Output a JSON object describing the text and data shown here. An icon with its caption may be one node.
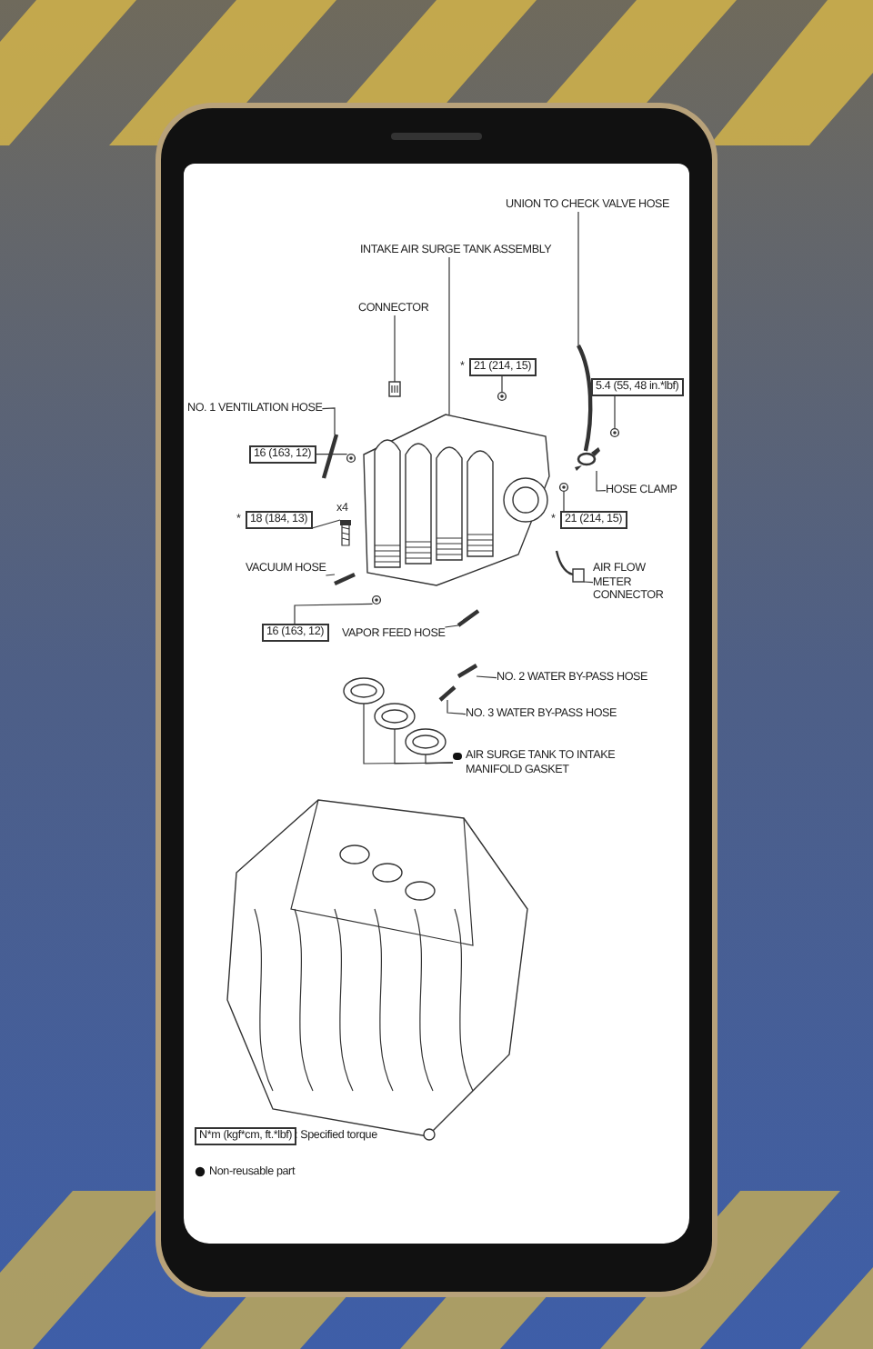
{
  "diagram": {
    "nodes": [
      {
        "text": [
          "UNION TO CHECK VALVE HOSE"
        ]
      },
      {
        "text": [
          "INTAKE AIR SURGE TANK ASSEMBLY"
        ]
      },
      {
        "text": [
          "CONNECTOR"
        ]
      },
      {
        "text": [
          "21 (214, 15)"
        ],
        "beside": [
          "*"
        ]
      },
      {
        "text": [
          "5.4 (55, 48 in.*lbf)"
        ]
      },
      {
        "text": [
          "NO. 1 VENTILATION HOSE"
        ]
      },
      {
        "text": [
          "16 (163, 12)"
        ]
      },
      {
        "text": [
          "HOSE CLAMP"
        ]
      },
      {
        "text": [
          "18 (184, 13)"
        ],
        "beside": [
          "*"
        ]
      },
      {
        "text": [
          "21 (214, 15)"
        ],
        "beside": [
          "*"
        ]
      },
      {
        "text": [
          "VACUUM HOSE"
        ]
      },
      {
        "text": [
          "AIR FLOW METER CONNECTOR"
        ]
      },
      {
        "text": [
          "16 (163, 12)"
        ]
      },
      {
        "text": [
          "VAPOR FEED HOSE"
        ]
      },
      {
        "text": [
          "NO. 2 WATER BY-PASS HOSE"
        ]
      },
      {
        "text": [
          "NO. 3 WATER BY-PASS HOSE"
        ]
      },
      {
        "text": [
          "AIR SURGE TANK TO INTAKE MANIFOLD GASKET"
        ]
      },
      {
        "text": [],
        "shape": "picture"
      },
      {
        "text": [],
        "shape": "picture"
      },
      {
        "text": [],
        "shape": "picture"
      },
      {
        "text": [],
        "shape": "picture"
      },
      {
        "text": [],
        "shape": "picture"
      },
      {
        "text": [],
        "shape": "picture"
      },
      {
        "text": [],
        "shape": "picture"
      },
      {
        "text": [],
        "shape": "picture"
      },
      {
        "text": [],
        "shape": "picture"
      },
      {
        "text": [],
        "shape": "picture"
      },
      {
        "text": [],
        "shape": "picture"
      },
      {
        "text": [],
        "shape": "picture"
      },
      {
        "text": [],
        "shape": "picture"
      },
      {
        "text": [],
        "shape": "picture"
      },
      {
        "text": [],
        "shape": "picture"
      },
      {
        "text": [],
        "shape": "picture"
      },
      {
        "text": [],
        "shape": "picture"
      },
      {
        "text": [],
        "shape": "picture"
      },
      {
        "text": [],
        "shape": "picture"
      }
    ],
    "edges": [
      {
        "from": 0,
        "to": 18,
        "arrow": "none"
      },
      {
        "from": 1,
        "to": 17,
        "arrow": "none"
      },
      {
        "from": 2,
        "to": 19,
        "arrow": "none"
      },
      {
        "from": 3,
        "to": 20,
        "arrow": "none"
      },
      {
        "from": 4,
        "to": 21,
        "arrow": "none"
      },
      {
        "from": 5,
        "to": 22,
        "arrow": "none"
      },
      {
        "from": 6,
        "to": 23,
        "arrow": "none"
      },
      {
        "from": 7,
        "to": 24,
        "arrow": "none"
      },
      {
        "from": 8,
        "to": 25,
        "arrow": "none"
      },
      {
        "from": 9,
        "to": 26,
        "arrow": "none"
      },
      {
        "from": 10,
        "to": 27,
        "arrow": "none"
      },
      {
        "from": 11,
        "to": 28,
        "arrow": "none"
      },
      {
        "from": 12,
        "to": 29,
        "arrow": "none"
      },
      {
        "from": 13,
        "to": 30,
        "arrow": "none"
      },
      {
        "from": 14,
        "to": 31,
        "arrow": "none"
      },
      {
        "from": 15,
        "to": 32,
        "arrow": "none"
      },
      {
        "from": 16,
        "to": 33,
        "arrow": "none"
      },
      {
        "from": 16,
        "to": 34,
        "arrow": "none"
      },
      {
        "from": 16,
        "to": 35,
        "arrow": "none"
      }
    ],
    "labels": [
      "x4",
      "N*m (kgf*cm, ft.*lbf)"
    ],
    "legend": [
      {
        "text": ": Specified torque"
      },
      {
        "text": "Non-reusable part"
      }
    ]
  }
}
